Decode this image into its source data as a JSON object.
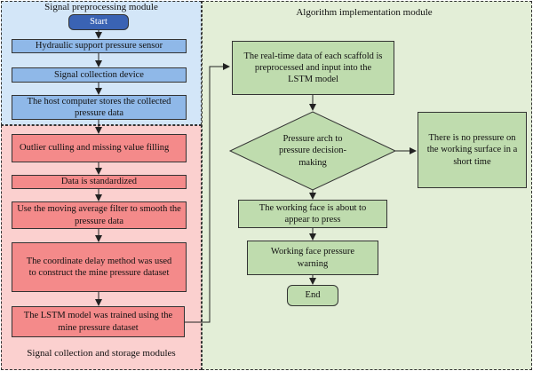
{
  "regions": {
    "preprocessing_title": "Signal preprocessing module",
    "storage_title": "Signal collection and storage modules",
    "algorithm_title": "Algorithm implementation module"
  },
  "preprocessing": {
    "start": "Start",
    "sensor": "Hydraulic support pressure sensor",
    "collection_device": "Signal collection device",
    "host_store": "The host computer stores the collected pressure data"
  },
  "storage": {
    "outlier": "Outlier culling and missing value filling",
    "standardized": "Data is standardized",
    "moving_average": "Use the moving average filter to smooth the pressure data",
    "coordinate_delay": "The coordinate delay method was used to construct the mine pressure dataset",
    "lstm_trained": "The LSTM model was trained using the mine pressure dataset"
  },
  "algorithm": {
    "realtime_input": "The real-time data of each scaffold is preprocessed and input into the LSTM model",
    "decision": "Pressure arch to pressure decision-making",
    "no_pressure": "There is no pressure on the working surface in a short time",
    "about_to_press": "The working face is about to appear to press",
    "warning": "Working face pressure warning",
    "end": "End"
  },
  "colors": {
    "preprocessing_bg": "#d3e6f8",
    "storage_bg": "#fbd0cf",
    "algorithm_bg": "#e3eed7",
    "blue_box": "#8fb8e8",
    "red_box": "#f48a8a",
    "green_box": "#bfdcae",
    "start_pill": "#3a63b4"
  }
}
